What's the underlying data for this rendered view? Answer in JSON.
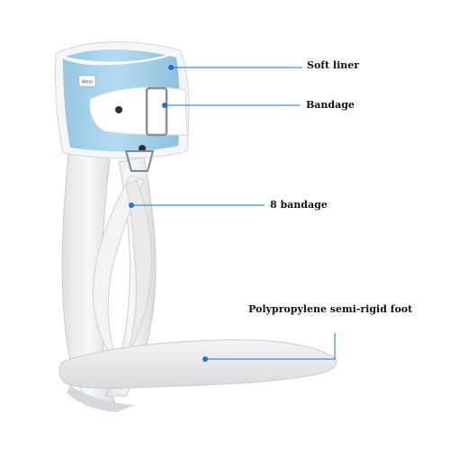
{
  "callouts": {
    "soft_liner": "Soft liner",
    "bandage": "Bandage",
    "eight_bandage": "8 bandage",
    "foot": "Polypropylene semi-rigid foot"
  },
  "brand_tag": "Wear",
  "colors": {
    "cuff_blue": "#a9d4ec",
    "liner_white": "#f4f6f8",
    "plastic": "#eceeef",
    "callout_line": "#1f6fd1",
    "label_text": "#111111"
  }
}
